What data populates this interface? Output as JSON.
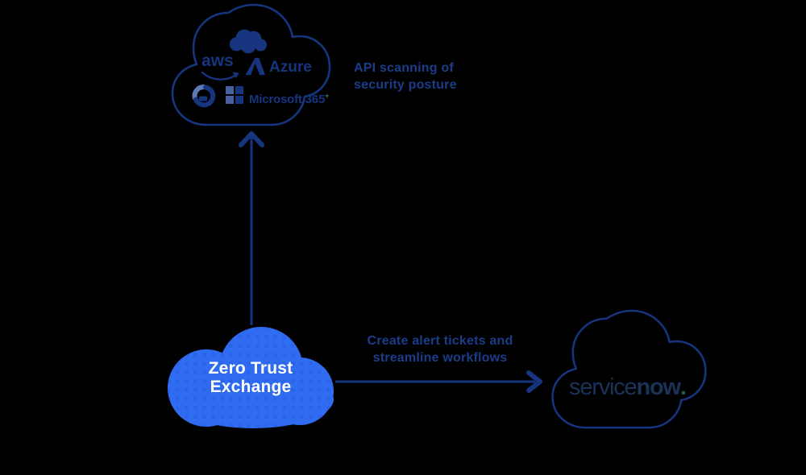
{
  "colors": {
    "background": "#000000",
    "outline_navy": "#16357E",
    "caption_navy": "#1B3C8A",
    "zte_blue": "#2F6CF2",
    "zte_dot_blue": "#2A5FE0",
    "zte_swoosh_blue": "#4C83F5",
    "zte_text_white": "#FFFFFF",
    "servicenow_navy": "#1B3258",
    "servicenow_dot_green": "#1E5B49",
    "gcp_light_blue": "#5F7BB4",
    "ms_light_square": "#46619B"
  },
  "provider_cloud": {
    "aws_label": "aws",
    "azure_label": "Azure",
    "microsoft_label": "Microsoft 365",
    "microsoft_mark": "+",
    "icons": [
      "salesforce-cloud-icon",
      "aws-smile-icon",
      "azure-triangle-icon",
      "google-cloud-icon",
      "microsoft-grid-icon"
    ]
  },
  "captions": {
    "api": {
      "line1": "API scanning of",
      "line2": "security posture"
    },
    "tickets": {
      "line1": "Create alert tickets and",
      "line2": "streamline workflows"
    }
  },
  "zte_cloud": {
    "line1": "Zero Trust",
    "line2": "Exchange"
  },
  "servicenow_cloud": {
    "prefix": "service",
    "suffix": "now",
    "dot": "."
  },
  "arrows": [
    "up-arrow",
    "right-arrow"
  ]
}
